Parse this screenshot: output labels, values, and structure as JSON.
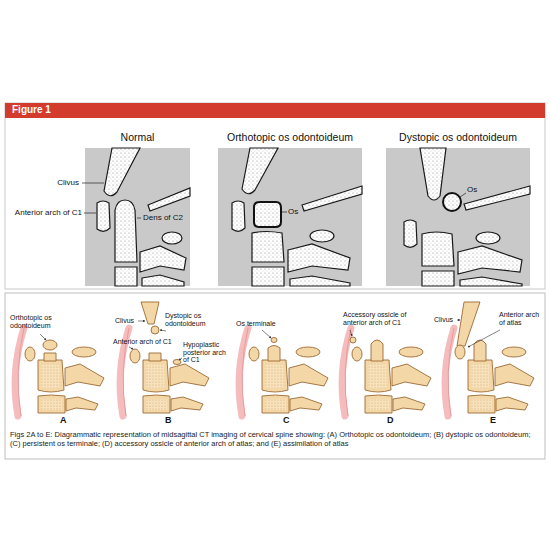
{
  "diagram": {
    "title": "Figure 1",
    "caption": "Figs 2A to E: Diagrammatic representation of midsagittal CT imaging of cervical spine showing: (A) Orthotopic os odontoideum; (B) dystopic os odontoideum; (C) persistent os terminale; (D) accessory ossicle of anterior arch of atlas; and (E) assimilation of atlas",
    "nodes": [
      {
        "text": [
          "Normal"
        ]
      },
      {
        "text": [
          "Orthotopic os odontoideum"
        ]
      },
      {
        "text": [
          "Dystopic os odontoideum"
        ]
      }
    ],
    "labels": [
      "Clivus",
      "Anterior arch of C1",
      "Dens of C2",
      "Os",
      "Os",
      "Orthotopic os odontoideum",
      "A",
      "Clivus",
      "Dystopic os odontoideum",
      "Anterior arch of C1",
      "Hypoplastic posterior arch of C1",
      "B",
      "Os terminale",
      "C",
      "Accessory ossicle of anterior arch of C1",
      "D",
      "Clivus",
      "Anterior arch of atlas",
      "E"
    ]
  }
}
